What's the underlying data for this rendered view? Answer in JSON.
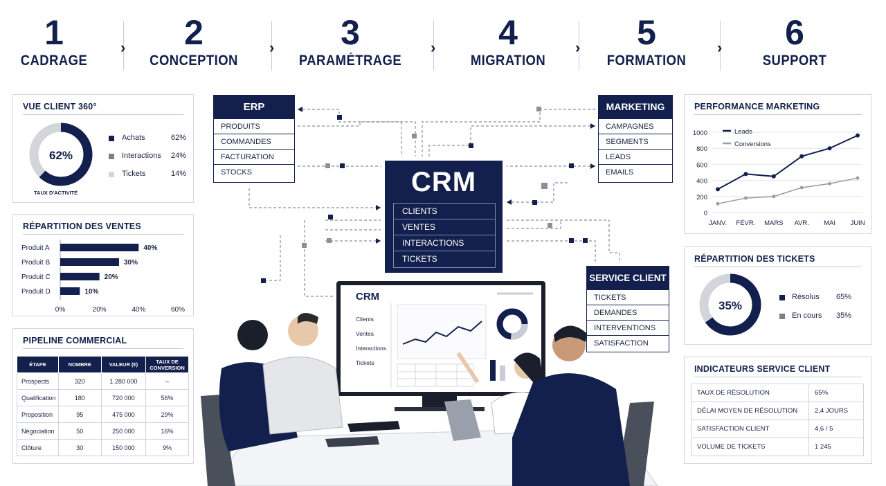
{
  "phases": [
    {
      "num": "1",
      "label": "CADRAGE"
    },
    {
      "num": "2",
      "label": "CONCEPTION"
    },
    {
      "num": "3",
      "label": "PARAMÉTRAGE"
    },
    {
      "num": "4",
      "label": "MIGRATION"
    },
    {
      "num": "5",
      "label": "FORMATION"
    },
    {
      "num": "6",
      "label": "SUPPORT"
    }
  ],
  "chevron": "›",
  "vue_client": {
    "title": "VUE CLIENT 360°",
    "center": "62%",
    "caption": "TAUX D'ACTIVITÉ",
    "legend": [
      {
        "label": "Achats",
        "value": "62%",
        "color": "#13204d"
      },
      {
        "label": "Interactions",
        "value": "24%",
        "color": "#7b7f8a"
      },
      {
        "label": "Tickets",
        "value": "14%",
        "color": "#d3d5da"
      }
    ]
  },
  "ventes": {
    "title": "RÉPARTITION DES VENTES",
    "items": [
      {
        "label": "Produit A",
        "value": 40,
        "text": "40%"
      },
      {
        "label": "Produit B",
        "value": 30,
        "text": "30%"
      },
      {
        "label": "Produit C",
        "value": 20,
        "text": "20%"
      },
      {
        "label": "Produit D",
        "value": 10,
        "text": "10%"
      }
    ],
    "ticks": [
      "0%",
      "20%",
      "40%",
      "60%"
    ]
  },
  "pipeline": {
    "title": "PIPELINE COMMERCIAL",
    "headers": [
      "ÉTAPE",
      "NOMBRE",
      "VALEUR (€)",
      "TAUX DE CONVERSION"
    ],
    "rows": [
      [
        "Prospects",
        "320",
        "1 280 000",
        "–"
      ],
      [
        "Qualification",
        "180",
        "720 000",
        "56%"
      ],
      [
        "Proposition",
        "95",
        "475 000",
        "29%"
      ],
      [
        "Négociation",
        "50",
        "250 000",
        "16%"
      ],
      [
        "Clôture",
        "30",
        "150 000",
        "9%"
      ]
    ]
  },
  "erp": {
    "title": "ERP",
    "rows": [
      "PRODUITS",
      "COMMANDES",
      "FACTURATION",
      "STOCKS"
    ]
  },
  "marketing": {
    "title": "MARKETING",
    "rows": [
      "CAMPAGNES",
      "SEGMENTS",
      "LEADS",
      "EMAILS"
    ]
  },
  "service": {
    "title": "SERVICE CLIENT",
    "rows": [
      "TICKETS",
      "DEMANDES",
      "INTERVENTIONS",
      "SATISFACTION"
    ]
  },
  "crm": {
    "title": "CRM",
    "rows": [
      "CLIENTS",
      "VENTES",
      "INTERACTIONS",
      "TICKETS"
    ]
  },
  "screen": {
    "title": "CRM",
    "menu": [
      "Clients",
      "Ventes",
      "Interactions",
      "Tickets"
    ]
  },
  "perf": {
    "title": "PERFORMANCE MARKETING",
    "legend": [
      "Leads",
      "Conversions"
    ]
  },
  "tickets": {
    "title": "RÉPARTITION DES TICKETS",
    "center": "35%",
    "legend": [
      {
        "label": "Résolus",
        "value": "65%",
        "color": "#13204d"
      },
      {
        "label": "En cours",
        "value": "35%",
        "color": "#7b7f8a"
      }
    ]
  },
  "indicateurs": {
    "title": "INDICATEURS SERVICE CLIENT",
    "rows": [
      [
        "TAUX DE RÉSOLUTION",
        "65%"
      ],
      [
        "DÉLAI MOYEN DE RÉSOLUTION",
        "2,4 JOURS"
      ],
      [
        "SATISFACTION CLIENT",
        "4,6 / 5"
      ],
      [
        "VOLUME DE TICKETS",
        "1 245"
      ]
    ]
  },
  "chart_data": [
    {
      "type": "line",
      "title": "PERFORMANCE MARKETING",
      "categories": [
        "JANV.",
        "FÉVR.",
        "MARS",
        "AVR.",
        "MAI",
        "JUIN"
      ],
      "series": [
        {
          "name": "Leads",
          "values": [
            290,
            480,
            450,
            700,
            800,
            960
          ],
          "color": "#13204d"
        },
        {
          "name": "Conversions",
          "values": [
            110,
            180,
            200,
            310,
            360,
            430
          ],
          "color": "#9a9ea8"
        }
      ],
      "yticks": [
        "0",
        "200",
        "400",
        "600",
        "800",
        "1000"
      ],
      "ylim": [
        0,
        1000
      ]
    },
    {
      "type": "bar",
      "title": "RÉPARTITION DES VENTES",
      "categories": [
        "Produit A",
        "Produit B",
        "Produit C",
        "Produit D"
      ],
      "values": [
        40,
        30,
        20,
        10
      ],
      "xlim": [
        0,
        60
      ]
    },
    {
      "type": "pie",
      "title": "VUE CLIENT 360°",
      "categories": [
        "Achats",
        "Interactions",
        "Tickets"
      ],
      "values": [
        62,
        24,
        14
      ]
    },
    {
      "type": "pie",
      "title": "RÉPARTITION DES TICKETS",
      "categories": [
        "Résolus",
        "En cours"
      ],
      "values": [
        65,
        35
      ]
    }
  ]
}
